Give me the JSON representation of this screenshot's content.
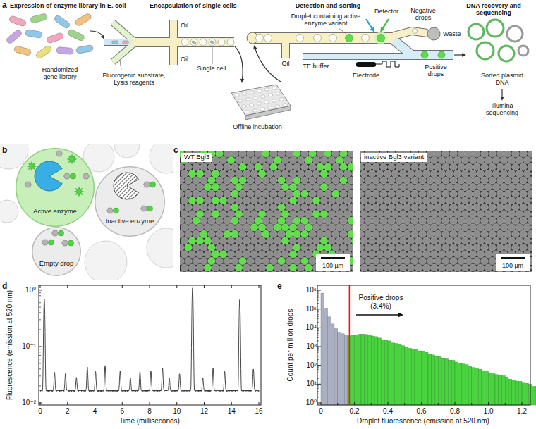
{
  "diagram": {
    "nodes": [
      {
        "text": [
          "Active enzyme"
        ]
      },
      {
        "text": [
          "Inactive enzyme"
        ]
      },
      {
        "text": [
          "Empty drop"
        ]
      },
      {
        "text": [
          "WT Bgl3"
        ]
      },
      {
        "text": [
          "inactive Bgl3 variant"
        ]
      }
    ],
    "labels": [
      "a",
      "Expression of enzyme library in E. coli",
      "Randomized gene library",
      "Encapsulation of single cells",
      "Oil",
      "Oil",
      "Fluorogenic substrate, Lysis reagents",
      "Single cell",
      "Offline incubation",
      "Detection and sorting",
      "Droplet containing active enzyme variant",
      "Detector",
      "Negative drops",
      "Waste",
      "Oil",
      "TE buffer",
      "Electrode",
      "Positive drops",
      "DNA recovery and sequencing",
      "Sorted plasmid DNA",
      "Illumina sequencing",
      "b",
      "c",
      "100 µm",
      "100 µm",
      "d",
      "10⁰",
      "10⁻¹",
      "10⁻²",
      "0",
      "2",
      "4",
      "6",
      "8",
      "10",
      "12",
      "14",
      "16",
      "Time (milliseconds)",
      "Fluorescence (emission at 520 nm)",
      "e",
      "10⁰",
      "10¹",
      "10²",
      "10³",
      "10⁴",
      "10⁵",
      "10⁶",
      "0",
      "0.2",
      "0.4",
      "0.6",
      "0.8",
      "1.0",
      "1.2",
      "Droplet fluorescence (emission at 520 nm)",
      "Count per million drops",
      "Positive drops (3.4%)"
    ]
  }
}
